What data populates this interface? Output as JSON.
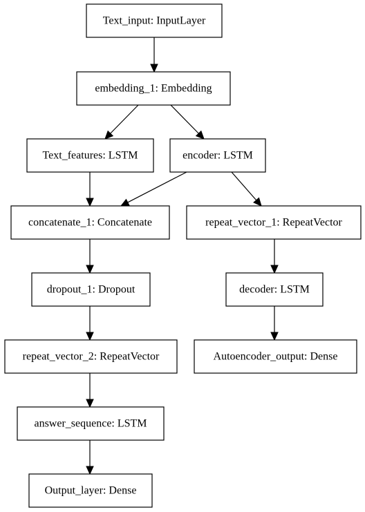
{
  "nodes": [
    {
      "id": "text_input",
      "label": "Text_input: InputLayer"
    },
    {
      "id": "embedding_1",
      "label": "embedding_1: Embedding"
    },
    {
      "id": "text_features",
      "label": "Text_features: LSTM"
    },
    {
      "id": "encoder",
      "label": "encoder: LSTM"
    },
    {
      "id": "concatenate_1",
      "label": "concatenate_1: Concatenate"
    },
    {
      "id": "repeat_vector_1",
      "label": "repeat_vector_1: RepeatVector"
    },
    {
      "id": "dropout_1",
      "label": "dropout_1: Dropout"
    },
    {
      "id": "decoder",
      "label": "decoder: LSTM"
    },
    {
      "id": "repeat_vector_2",
      "label": "repeat_vector_2: RepeatVector"
    },
    {
      "id": "autoencoder_output",
      "label": "Autoencoder_output: Dense"
    },
    {
      "id": "answer_sequence",
      "label": "answer_sequence: LSTM"
    },
    {
      "id": "output_layer",
      "label": "Output_layer: Dense"
    }
  ],
  "edges": [
    {
      "from": "text_input",
      "to": "embedding_1"
    },
    {
      "from": "embedding_1",
      "to": "text_features"
    },
    {
      "from": "embedding_1",
      "to": "encoder"
    },
    {
      "from": "text_features",
      "to": "concatenate_1"
    },
    {
      "from": "encoder",
      "to": "concatenate_1"
    },
    {
      "from": "encoder",
      "to": "repeat_vector_1"
    },
    {
      "from": "concatenate_1",
      "to": "dropout_1"
    },
    {
      "from": "repeat_vector_1",
      "to": "decoder"
    },
    {
      "from": "dropout_1",
      "to": "repeat_vector_2"
    },
    {
      "from": "decoder",
      "to": "autoencoder_output"
    },
    {
      "from": "repeat_vector_2",
      "to": "answer_sequence"
    },
    {
      "from": "answer_sequence",
      "to": "output_layer"
    }
  ]
}
